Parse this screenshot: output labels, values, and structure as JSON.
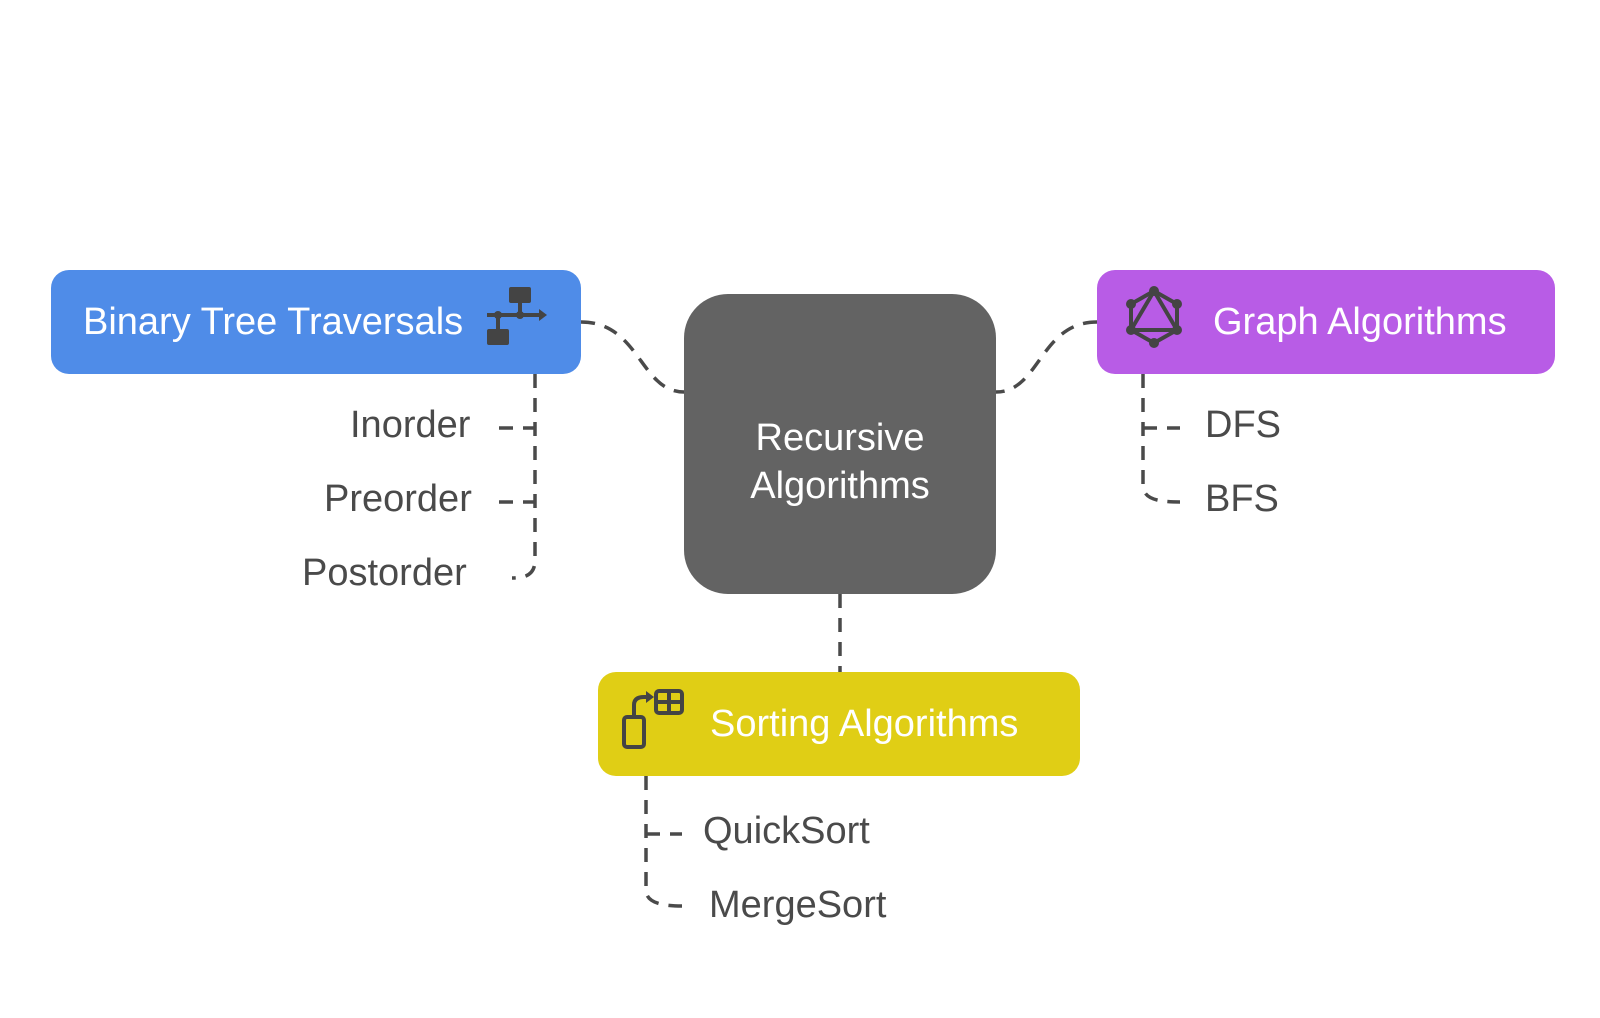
{
  "center": {
    "line1": "Recursive",
    "line2": "Algorithms"
  },
  "branches": {
    "binary_tree": {
      "label": "Binary Tree Traversals",
      "icon": "flowchart-tree-icon",
      "color": "#4f8ce8",
      "leaves": [
        "Inorder",
        "Preorder",
        "Postorder"
      ]
    },
    "graph": {
      "label": "Graph Algorithms",
      "icon": "graph-network-icon",
      "color": "#b85ce6",
      "leaves": [
        "DFS",
        "BFS"
      ]
    },
    "sorting": {
      "label": "Sorting Algorithms",
      "icon": "sort-swap-icon",
      "color": "#e0ce15",
      "leaves": [
        "QuickSort",
        "MergeSort"
      ]
    }
  },
  "colors": {
    "center": "#636363",
    "connector": "#4a4a4a",
    "leaf_text": "#4a4a4a"
  }
}
